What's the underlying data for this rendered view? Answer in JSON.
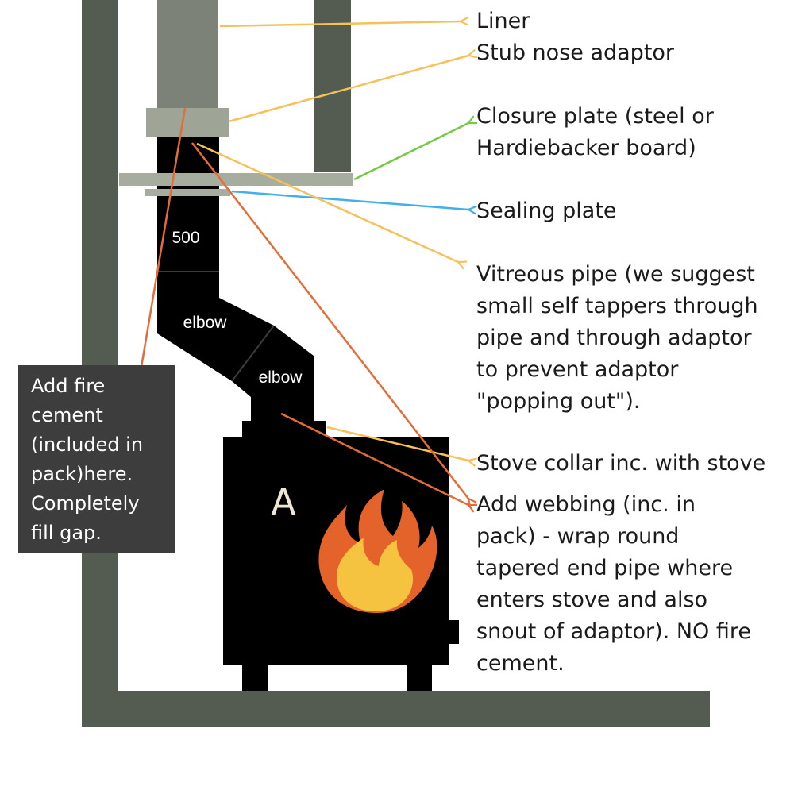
{
  "labels": {
    "liner": "Liner",
    "stub_nose_adaptor": "Stub nose adaptor",
    "closure_plate": [
      "Closure plate (steel or",
      "Hardiebacker board)"
    ],
    "sealing_plate": "Sealing plate",
    "vitreous_pipe": [
      "Vitreous pipe (we suggest",
      "small self tappers through",
      "pipe and through adaptor",
      "to prevent adaptor",
      "\"popping out\")."
    ],
    "stove_collar": "Stove collar inc. with stove",
    "webbing": [
      "Add webbing (inc. in",
      "pack) - wrap round",
      "tapered end pipe where",
      "enters stove and also",
      "snout of adaptor). NO fire",
      "cement."
    ]
  },
  "fire_cement_note": [
    "Add fire",
    "cement",
    "(included in",
    "pack)here.",
    "Completely",
    "fill gap."
  ],
  "pipe_labels": {
    "straight": "500",
    "elbow_upper": "elbow",
    "elbow_lower": "elbow"
  },
  "stove_letter": "A",
  "colors": {
    "wall": "#545c52",
    "liner": "#7d8278",
    "adaptor": "#9ea596",
    "plate": "#a6ad9f",
    "pipe": "#000000",
    "arrow_yellow": "#f4c15a",
    "arrow_green": "#76c944",
    "arrow_blue": "#41b0ea",
    "arrow_orange": "#e56c36",
    "note_bg": "#3d3d3d",
    "flame_outer": "#e4632a",
    "flame_inner": "#f6c341"
  },
  "icons": [
    "flame-icon"
  ]
}
